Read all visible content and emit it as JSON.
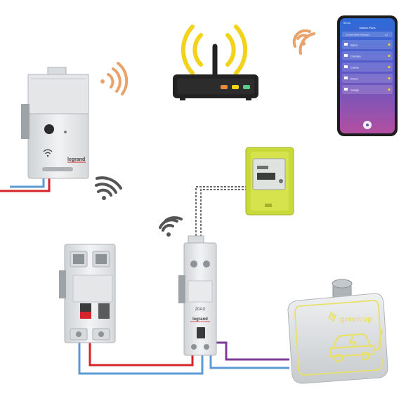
{
  "phone": {
    "status_time": "09:41",
    "title": "Maison Paris",
    "scene_label": "Consommation électrique",
    "scene_value": "1,2",
    "rooms": [
      {
        "label": "Séjour"
      },
      {
        "label": "Chambre"
      },
      {
        "label": "Cuisine"
      },
      {
        "label": "Entrée"
      },
      {
        "label": "Garage"
      }
    ]
  },
  "devices": {
    "gateway_brand": "legrand",
    "contactor_rating": "20AX",
    "contactor_brand": "legrand",
    "charger_brand": "green'up"
  },
  "colors": {
    "wifi_orange": "#e9a36a",
    "wifi_gray": "#555555",
    "router_yellow": "#f2d21b",
    "wire_red": "#d7232a",
    "wire_blue": "#5b9bd5",
    "wire_purple": "#7d3c98",
    "meter_green": "#c9d93a",
    "charger_accent": "#e8e06a"
  }
}
